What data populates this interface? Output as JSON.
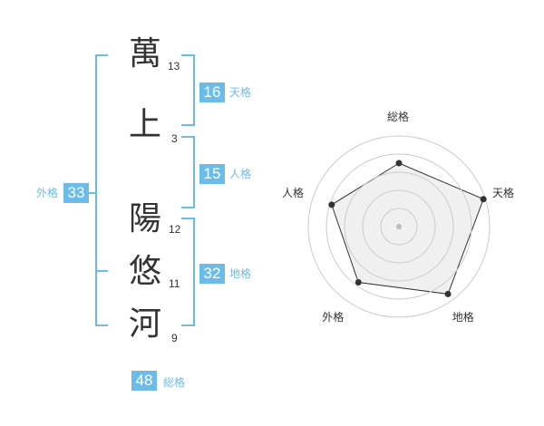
{
  "name_chars": [
    {
      "char": "萬",
      "strokes": "13"
    },
    {
      "char": "上",
      "strokes": "3"
    },
    {
      "char": "陽",
      "strokes": "12"
    },
    {
      "char": "悠",
      "strokes": "11"
    },
    {
      "char": "河",
      "strokes": "9"
    }
  ],
  "kakusu": {
    "tenkaku": {
      "value": "16",
      "label": "天格"
    },
    "jinkaku": {
      "value": "15",
      "label": "人格"
    },
    "chikaku": {
      "value": "32",
      "label": "地格"
    },
    "gaikaku": {
      "value": "33",
      "label": "外格"
    },
    "soukaku": {
      "value": "48",
      "label": "総格"
    }
  },
  "colors": {
    "accent": "#6bbcea",
    "text": "#333333",
    "radar_fill": "#f0f0f0",
    "radar_ring": "#cccccc"
  },
  "chart_data": {
    "type": "radar",
    "axes": [
      "総格",
      "天格",
      "地格",
      "外格",
      "人格"
    ],
    "ring_count": 5,
    "range": [
      0,
      5
    ],
    "values": [
      3.5,
      4.9,
      4.6,
      3.8,
      3.9
    ]
  }
}
